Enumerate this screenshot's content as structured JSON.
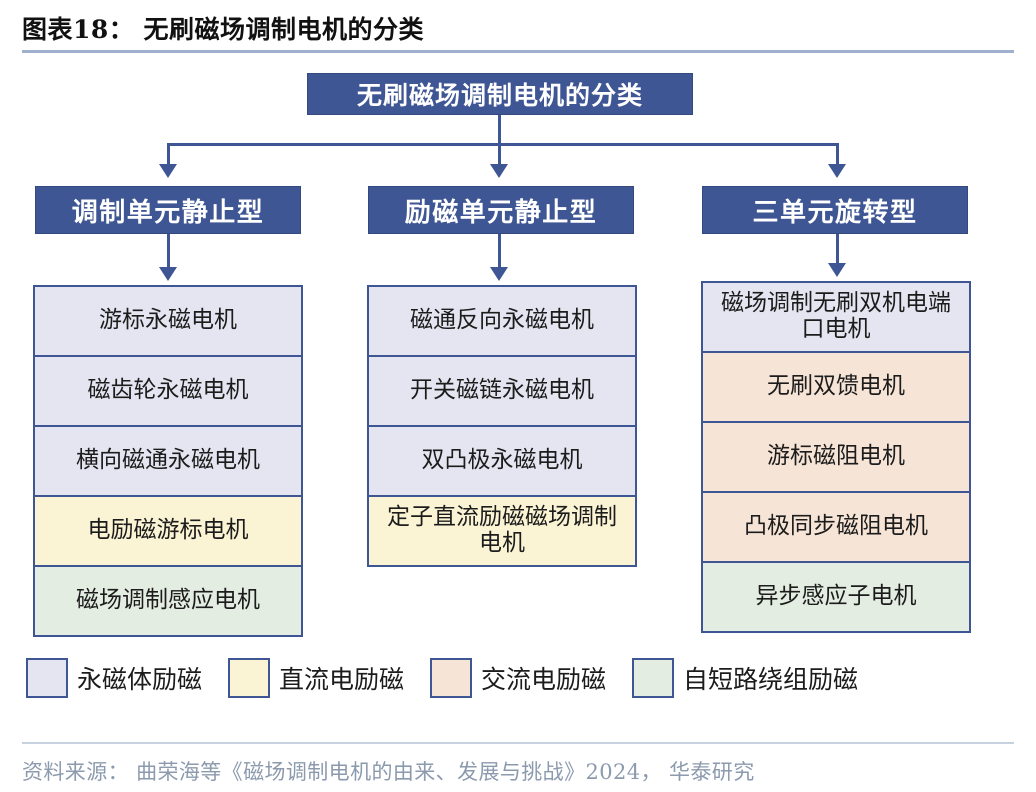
{
  "header": {
    "title": "图表18： 无刷磁场调制电机的分类"
  },
  "diagram": {
    "root": "无刷磁场调制电机的分类",
    "columns": [
      {
        "head": "调制单元静止型",
        "items": [
          {
            "label": "游标永磁电机",
            "fill": "pm"
          },
          {
            "label": "磁齿轮永磁电机",
            "fill": "pm"
          },
          {
            "label": "横向磁通永磁电机",
            "fill": "pm"
          },
          {
            "label": "电励磁游标电机",
            "fill": "dc"
          },
          {
            "label": "磁场调制感应电机",
            "fill": "sc"
          }
        ]
      },
      {
        "head": "励磁单元静止型",
        "items": [
          {
            "label": "磁通反向永磁电机",
            "fill": "pm"
          },
          {
            "label": "开关磁链永磁电机",
            "fill": "pm"
          },
          {
            "label": "双凸极永磁电机",
            "fill": "pm"
          },
          {
            "label": "定子直流励磁磁场调制电机",
            "fill": "dc"
          }
        ]
      },
      {
        "head": "三单元旋转型",
        "items": [
          {
            "label": "磁场调制无刷双机电端口电机",
            "fill": "pm"
          },
          {
            "label": "无刷双馈电机",
            "fill": "ac"
          },
          {
            "label": "游标磁阻电机",
            "fill": "ac"
          },
          {
            "label": "凸极同步磁阻电机",
            "fill": "ac"
          },
          {
            "label": "异步感应子电机",
            "fill": "sc"
          }
        ]
      }
    ]
  },
  "legend": {
    "entries": [
      {
        "label": "永磁体励磁",
        "color": "#E5E5F1"
      },
      {
        "label": "直流电励磁",
        "color": "#FAF3D4"
      },
      {
        "label": "交流电励磁",
        "color": "#F6E4D6"
      },
      {
        "label": "自短路绕组励磁",
        "color": "#E4EDE1"
      }
    ]
  },
  "footer": {
    "source": "资料来源： 曲荣海等《磁场调制电机的由来、发展与挑战》2024， 华泰研究"
  },
  "colors": {
    "brand_blue": "#3F5694",
    "rule_blue": "#9FB0CE",
    "permanent_magnet": "#E5E5F1",
    "dc_excitation": "#FAF3D4",
    "ac_excitation": "#F6E4D6",
    "short_circuit": "#E4EDE1"
  }
}
